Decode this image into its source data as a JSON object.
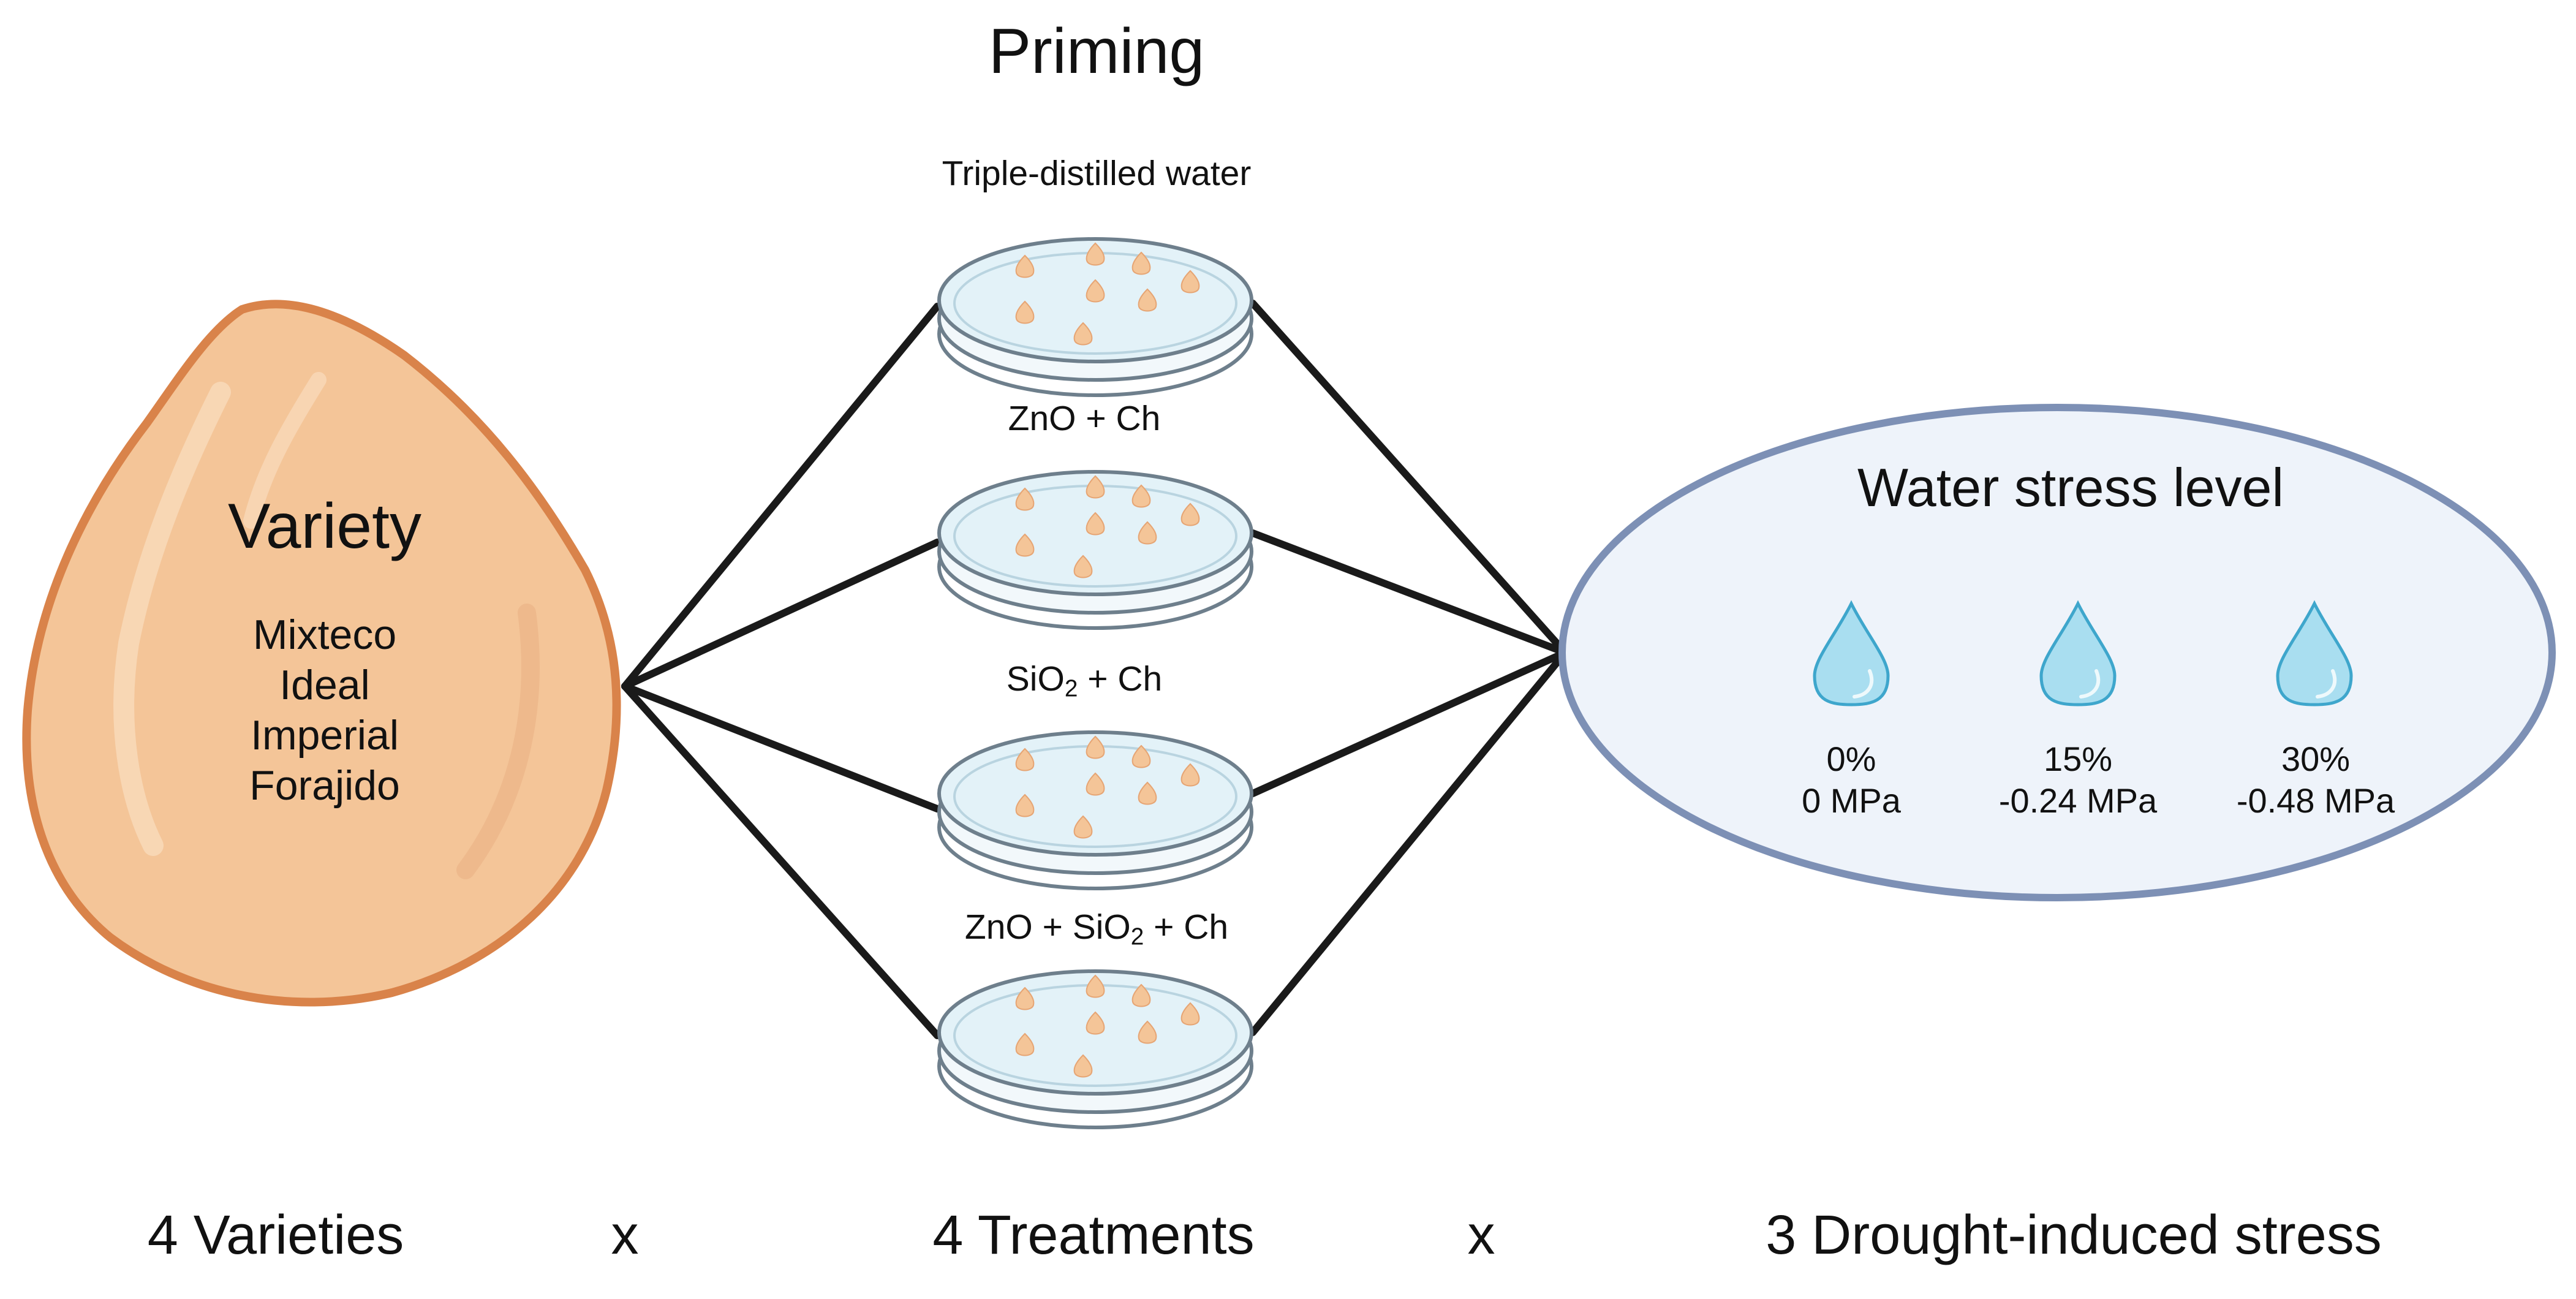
{
  "priming": {
    "title": "Priming"
  },
  "treatments": [
    {
      "prefix": "Triple-distilled water",
      "sub": "",
      "suffix": ""
    },
    {
      "prefix": "ZnO + Ch",
      "sub": "",
      "suffix": ""
    },
    {
      "prefix": "SiO",
      "sub": "2",
      "suffix": " + Ch"
    },
    {
      "prefix": "ZnO + SiO",
      "sub": "2",
      "suffix": " + Ch"
    }
  ],
  "variety": {
    "title": "Variety",
    "items": [
      "Mixteco",
      "Ideal",
      "Imperial",
      "Forajido"
    ]
  },
  "stress": {
    "title": "Water stress level",
    "levels": [
      {
        "percent": "0%",
        "pressure": "0 MPa"
      },
      {
        "percent": "15%",
        "pressure": "-0.24 MPa"
      },
      {
        "percent": "30%",
        "pressure": "-0.48 MPa"
      }
    ]
  },
  "footer": {
    "varieties": "4 Varieties",
    "times1": "x",
    "treatments": "4 Treatments",
    "times2": "x",
    "stress": "3 Drought-induced stress"
  },
  "colors": {
    "seed_fill": "#f4c598",
    "seed_outline": "#d9834a",
    "dish_fill": "#e3f2f8",
    "dish_rim": "#6e7f8c",
    "ellipse_fill": "#eef3fa",
    "ellipse_stroke": "#7d90b5",
    "drop_fill": "#a9def0",
    "drop_stroke": "#3ea6cc",
    "line": "#1a1a1a"
  }
}
